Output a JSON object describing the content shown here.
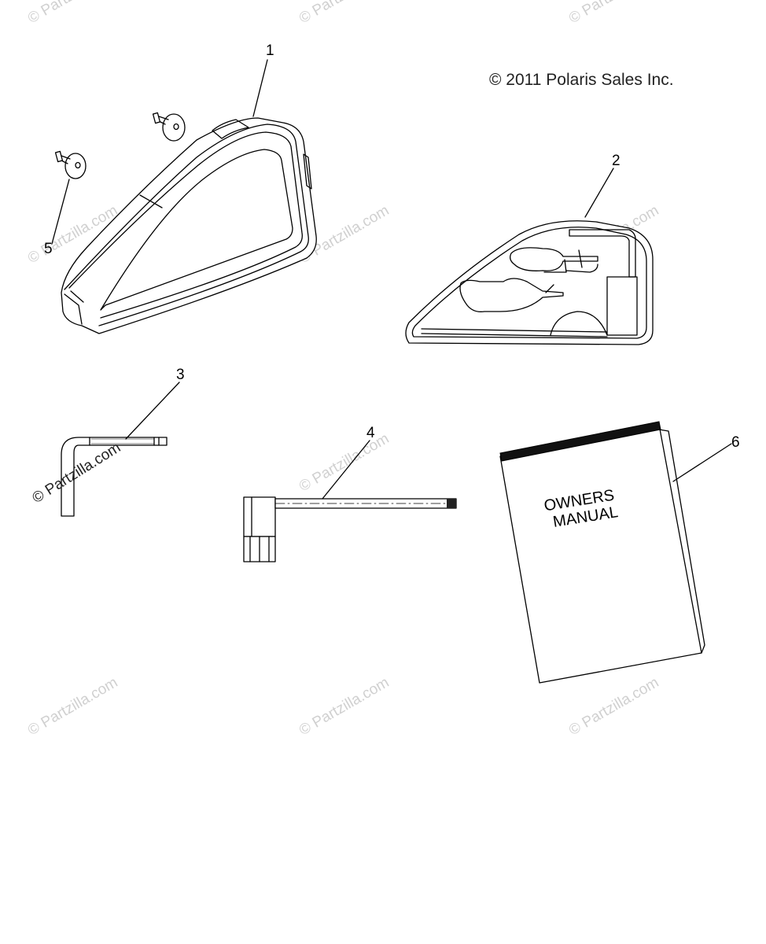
{
  "copyright": "© 2011 Polaris Sales Inc.",
  "callouts": [
    "1",
    "2",
    "3",
    "4",
    "5",
    "6"
  ],
  "manual": {
    "line1": "OWNERS",
    "line2": "MANUAL"
  },
  "watermark": "© Partzilla.com"
}
